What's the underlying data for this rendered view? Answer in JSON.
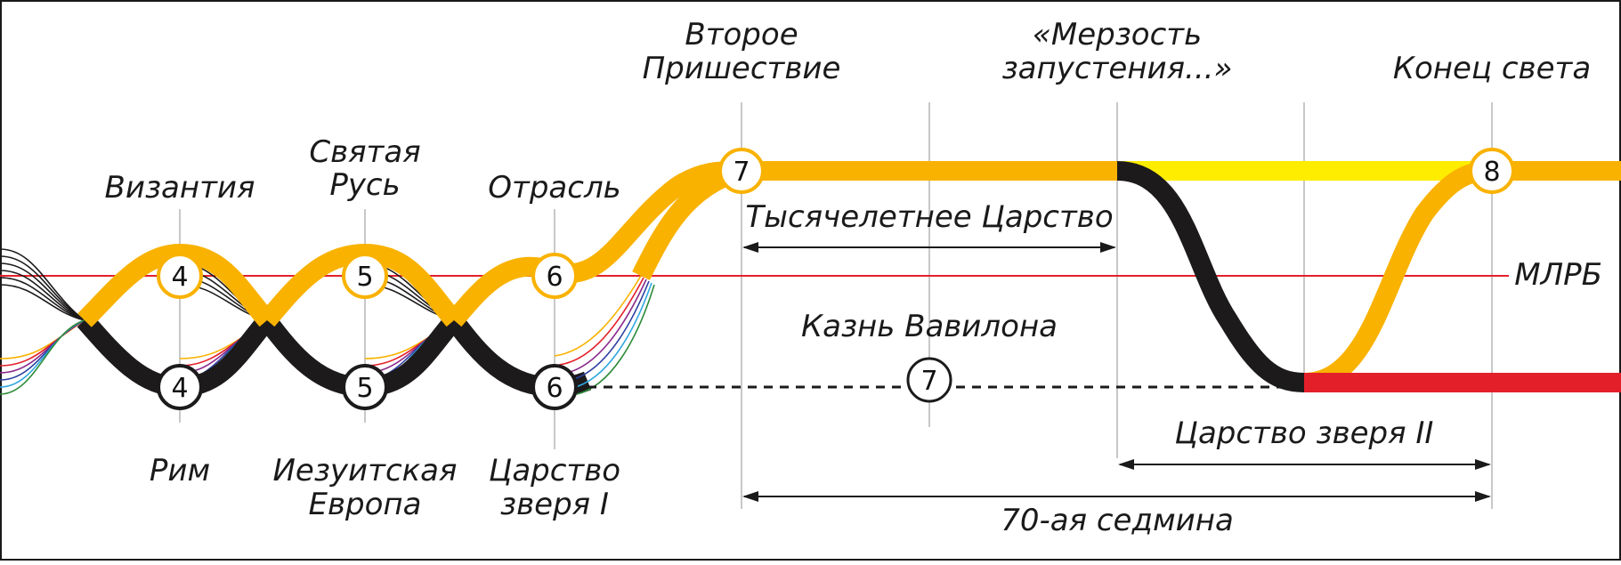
{
  "colors": {
    "gold": "#F9B200",
    "black": "#1c1a1b",
    "yellow": "#FFED00",
    "red": "#E3202A",
    "grid": "#c8c8c8",
    "spectrum": [
      "#1c1a1b",
      "#F9B200",
      "#E3202A",
      "#8B2A8C",
      "#2B3FA0",
      "#2FA7DF",
      "#2E8B3A"
    ]
  },
  "top_labels": {
    "byzantium": "Византия",
    "holy_rus_1": "Святая",
    "holy_rus_2": "Русь",
    "branch": "Отрасль",
    "second_coming_1": "Второе",
    "second_coming_2": "Пришествие",
    "abomination_1": "«Мерзость",
    "abomination_2": "запустения...»",
    "end_of_world": "Конец света"
  },
  "bottom_labels": {
    "rome": "Рим",
    "jesuit_1": "Иезуитская",
    "jesuit_2": "Европа",
    "beast_kingdom_1": "Царство",
    "beast_kingdom_2": "зверя I"
  },
  "middle_labels": {
    "millennium": "Тысячелетнее Царство",
    "babylon": "Казнь Вавилона",
    "beast_kingdom_2": "Царство зверя II",
    "seventy_week": "70-ая седмина",
    "mlrb": "МЛРБ"
  },
  "nodes": {
    "top_4": "4",
    "top_5": "5",
    "top_6": "6",
    "second_coming": "7",
    "end": "8",
    "bottom_4": "4",
    "bottom_5": "5",
    "bottom_6": "6",
    "babylon": "7"
  }
}
